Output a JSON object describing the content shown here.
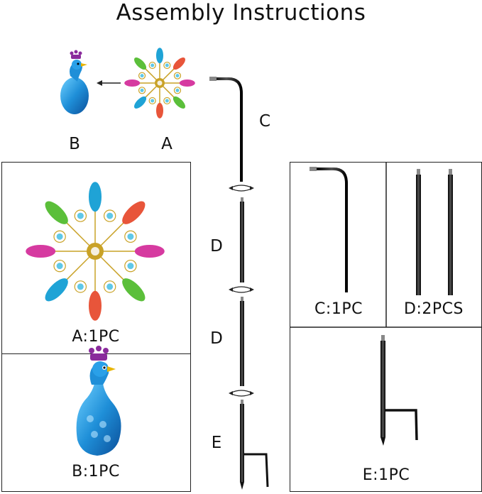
{
  "title": "Assembly Instructions",
  "top_labels": {
    "b": "B",
    "a": "A"
  },
  "stake_labels": {
    "c": "C",
    "d1": "D",
    "d2": "D",
    "e": "E"
  },
  "captions": {
    "a": "A:1PC",
    "b": "B:1PC",
    "c": "C:1PC",
    "d": "D:2PCS",
    "e": "E:1PC"
  },
  "colors": {
    "pole": "#1a1a1a",
    "gold": "#c9a227",
    "peacock_body": "#1f8fd8",
    "crown": "#8a2b9c"
  }
}
